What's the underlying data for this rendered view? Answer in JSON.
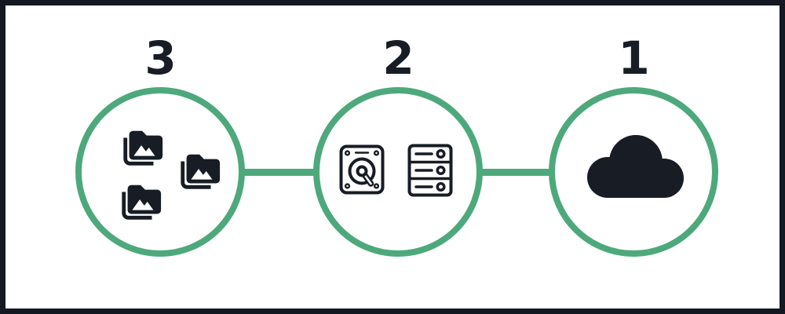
{
  "diagram": {
    "type": "3-2-1-backup-diagram",
    "nodes": [
      {
        "number": "3",
        "description": "three photo folder copies",
        "icons": [
          "photo-folder-icon",
          "photo-folder-icon",
          "photo-folder-icon"
        ]
      },
      {
        "number": "2",
        "description": "two storage media",
        "icons": [
          "hard-drive-icon",
          "server-icon"
        ]
      },
      {
        "number": "1",
        "description": "one offsite cloud copy",
        "icons": [
          "cloud-icon"
        ]
      }
    ],
    "connectors": 2
  },
  "colors": {
    "accent": "#4DA97C",
    "ink": "#171C25",
    "border": "#131821",
    "background": "#FFFFFF"
  }
}
